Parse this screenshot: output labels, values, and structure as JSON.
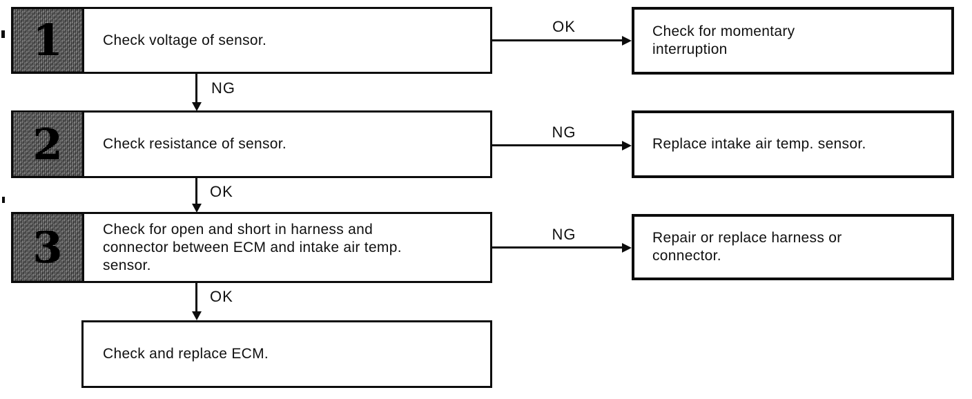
{
  "flow": {
    "title_hint": "intake air temp. sensor troubleshooting flowchart",
    "colors": {
      "ink": "#0c0c0c",
      "background": "#ffffff",
      "tab_fill": "#8e8e8e"
    },
    "steps": [
      {
        "number": "1",
        "text": "Check voltage of sensor.",
        "down_label": "NG",
        "branch_label": "OK",
        "branch_text": "Check for momentary\ninterruption"
      },
      {
        "number": "2",
        "text": "Check resistance of sensor.",
        "down_label": "OK",
        "branch_label": "NG",
        "branch_text": "Replace intake air temp. sensor."
      },
      {
        "number": "3",
        "text": "Check for open and short in harness and\nconnector between ECM and intake air temp.\nsensor.",
        "down_label": "OK",
        "branch_label": "NG",
        "branch_text": "Repair or replace harness or\nconnector."
      }
    ],
    "final_text": "Check and replace ECM."
  }
}
